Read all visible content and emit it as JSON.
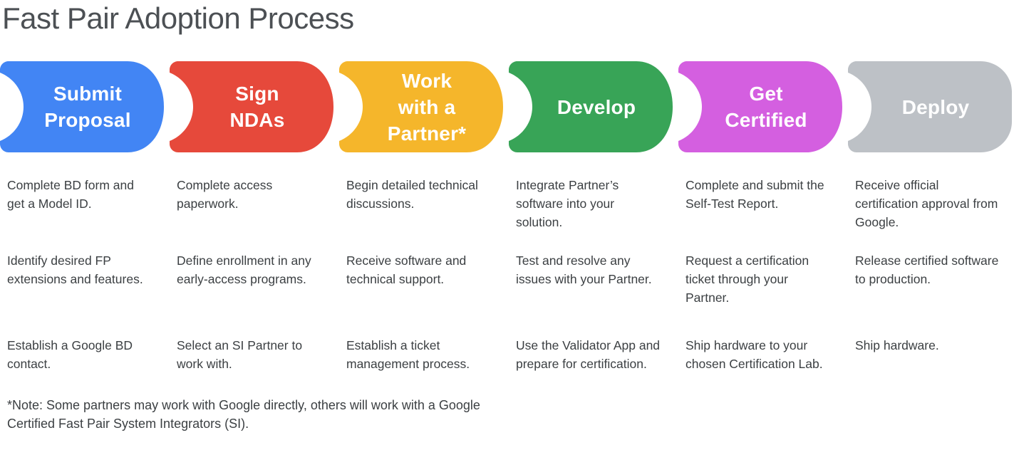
{
  "page": {
    "title": "Fast Pair Adoption Process",
    "footnote": "*Note: Some partners may work with Google directly, others will work with a Google Certified Fast Pair System Integrators (SI)."
  },
  "stages": [
    {
      "name": "submit-proposal",
      "color": "#4285F4",
      "title": [
        "Submit",
        "Proposal"
      ],
      "items": [
        "Complete BD form and get a Model ID.",
        "Identify desired FP extensions and features.",
        "Establish a Google BD contact."
      ]
    },
    {
      "name": "sign-ndas",
      "color": "#E6493B",
      "title": [
        "Sign",
        "NDAs"
      ],
      "items": [
        "Complete access paperwork.",
        "Define enrollment in any early-access programs.",
        "Select an SI Partner to work with."
      ]
    },
    {
      "name": "work-with-a-partner",
      "color": "#F5B62B",
      "title": [
        "Work",
        "with a",
        "Partner*"
      ],
      "items": [
        "Begin detailed technical discussions.",
        "Receive software and technical support.",
        "Establish a ticket management process."
      ]
    },
    {
      "name": "develop",
      "color": "#38A457",
      "title": [
        "Develop"
      ],
      "items": [
        "Integrate Partner’s software into your solution.",
        "Test and resolve any issues with your Partner.",
        "Use the Validator App and prepare for certification."
      ]
    },
    {
      "name": "get-certified",
      "color": "#D45FE0",
      "title": [
        "Get",
        "Certified"
      ],
      "items": [
        "Complete and submit the Self-Test Report.",
        "Request a certification ticket through your Partner.",
        "Ship hardware to your chosen Certification Lab."
      ]
    },
    {
      "name": "deploy",
      "color": "#BDC1C6",
      "title": [
        "Deploy"
      ],
      "items": [
        "Receive official certification approval from Google.",
        "Release certified software to production.",
        "Ship hardware."
      ]
    }
  ]
}
